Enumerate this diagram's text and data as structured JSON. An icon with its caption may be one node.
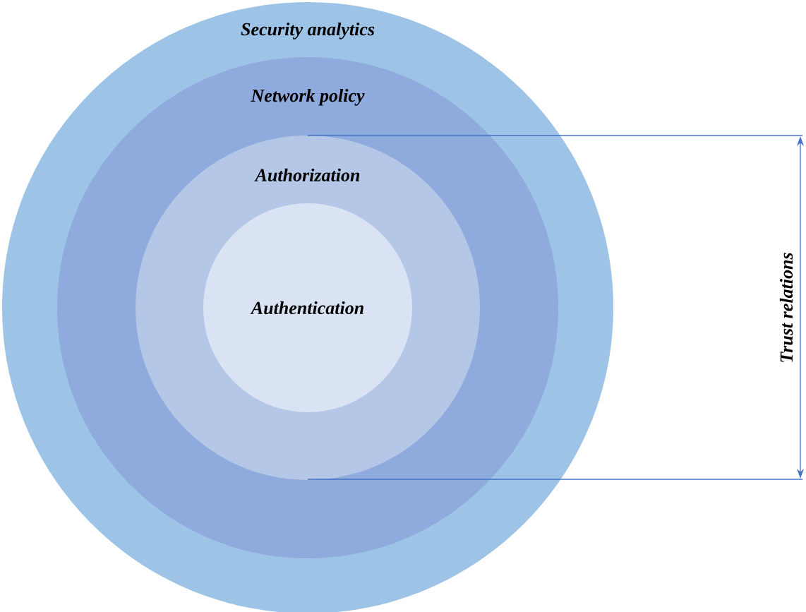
{
  "diagram": {
    "nodes": [
      {
        "text": [
          "Security analytics"
        ]
      },
      {
        "text": [
          "Network policy"
        ],
        "in": 0
      },
      {
        "text": [
          "Authorization"
        ],
        "in": 1
      },
      {
        "text": [
          "Authentication"
        ],
        "in": 2
      }
    ],
    "labels": [
      "Trust relations"
    ]
  }
}
